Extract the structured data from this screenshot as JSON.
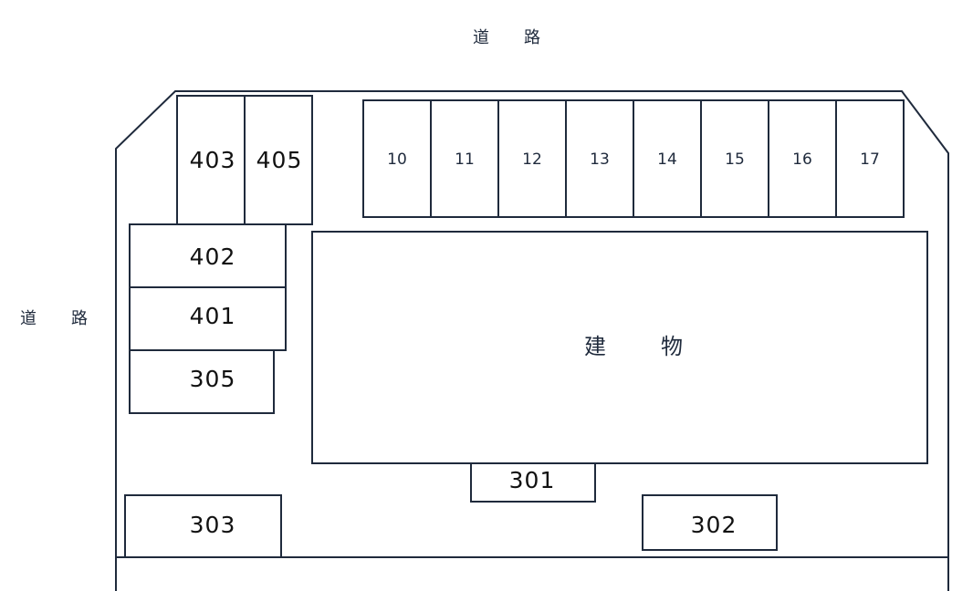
{
  "road_top": "道　路",
  "road_left": "道　路",
  "building": "建　物",
  "spots": {
    "s403": "403",
    "s405": "405",
    "s402": "402",
    "s401": "401",
    "s305": "305",
    "s303": "303",
    "s301": "301",
    "s302": "302",
    "s10": "10",
    "s11": "11",
    "s12": "12",
    "s13": "13",
    "s14": "14",
    "s15": "15",
    "s16": "16",
    "s17": "17"
  },
  "colors": {
    "line": "#1f2a3c",
    "background": "#ffffff"
  }
}
